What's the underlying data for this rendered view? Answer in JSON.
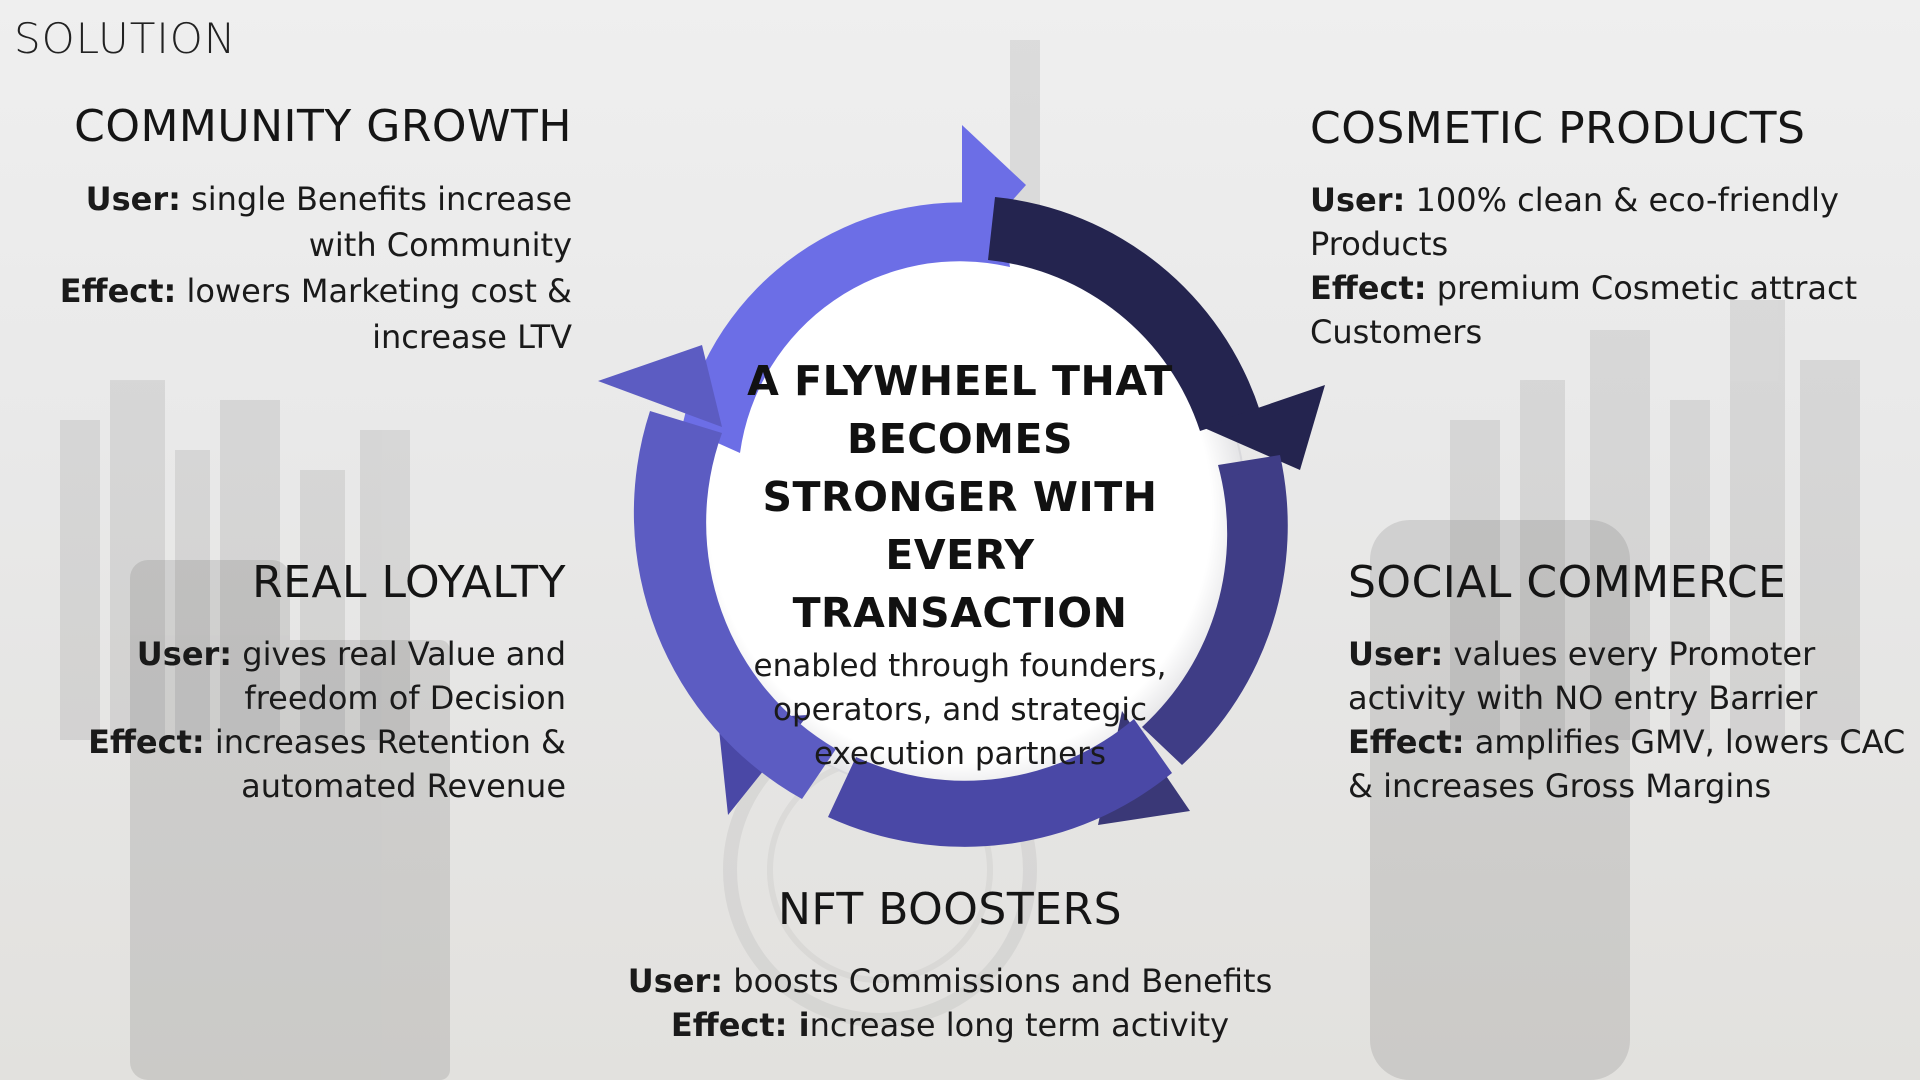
{
  "section_label": "SOLUTION",
  "flywheel": {
    "title": "A FLYWHEEL THAT BECOMES STRONGER WITH EVERY TRANSACTION",
    "subtitle": "enabled through founders, operators, and strategic execution partners",
    "colors": {
      "arc_light": "#6c6ee6",
      "arc_dark": "#24244f",
      "arc_mid": "#3f3d86",
      "arc_bottom": "#4a48a6",
      "arc_left": "#5c5cc2"
    }
  },
  "community_growth": {
    "title": "COMMUNITY GROWTH",
    "user_label": "User:",
    "user_text": "single Benefits increase with Community",
    "effect_label": "Effect:",
    "effect_text": "lowers Marketing cost & increase LTV"
  },
  "cosmetic_products": {
    "title": "COSMETIC PRODUCTS",
    "user_label": "User:",
    "user_text": "100% clean & eco-friendly Products",
    "effect_label": "Effect:",
    "effect_text": "premium Cosmetic attract Customers"
  },
  "real_loyalty": {
    "title": "REAL LOYALTY",
    "user_label": "User:",
    "user_text": "gives real Value and freedom of Decision",
    "effect_label": "Effect:",
    "effect_text": "increases Retention & automated Revenue"
  },
  "social_commerce": {
    "title": "SOCIAL COMMERCE",
    "user_label": "User:",
    "user_text": "values every Promoter activity with NO entry Barrier",
    "effect_label": "Effect:",
    "effect_text": "amplifies GMV, lowers CAC & increases Gross Margins"
  },
  "nft_boosters": {
    "title": "NFT BOOSTERS",
    "user_label": "User:",
    "user_text": "boosts Commissions and Benefits",
    "effect_label": "Effect: i",
    "effect_text": "ncrease long term activity"
  }
}
